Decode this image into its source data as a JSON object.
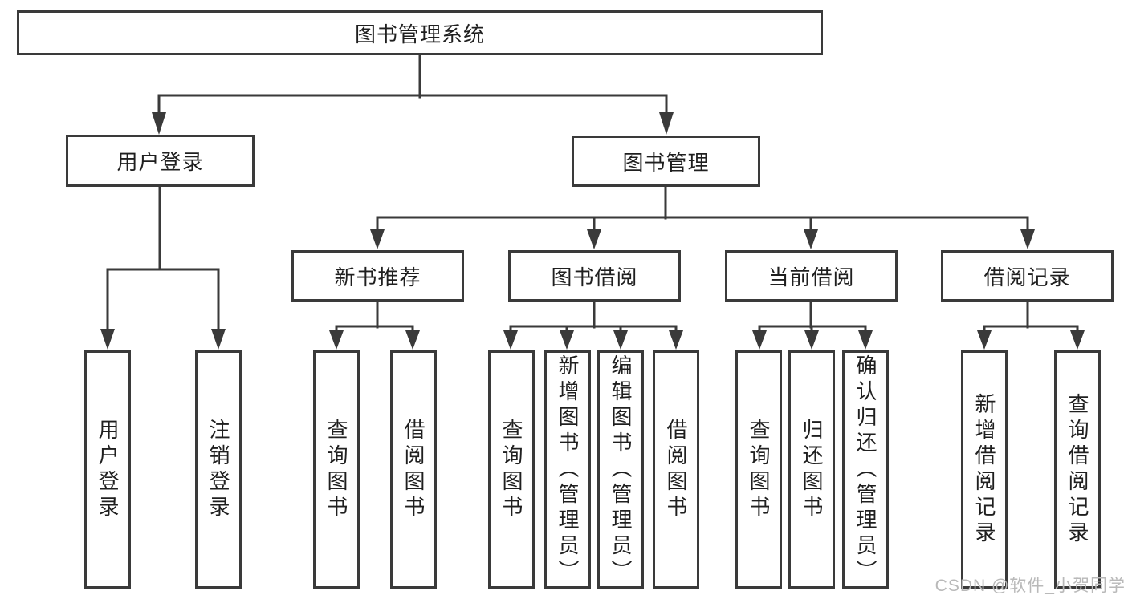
{
  "colors": {
    "line": "#3a3a3a",
    "text": "#1f1f1f",
    "background": "#ffffff",
    "watermark": "#b9b9b9"
  },
  "diagram": {
    "root": {
      "label": "图书管理系统"
    },
    "level2": [
      {
        "id": "user-login",
        "label": "用户登录"
      },
      {
        "id": "book-management",
        "label": "图书管理"
      }
    ],
    "level3": [
      {
        "id": "new-book-recommend",
        "label": "新书推荐"
      },
      {
        "id": "book-borrow",
        "label": "图书借阅"
      },
      {
        "id": "current-borrow",
        "label": "当前借阅"
      },
      {
        "id": "borrow-records",
        "label": "借阅记录"
      }
    ],
    "leaves": {
      "user_login": [
        "用户登录",
        "注销登录"
      ],
      "new_book_recommend": [
        "查询图书",
        "借阅图书"
      ],
      "book_borrow": [
        "查询图书",
        "新增图书（管理员）",
        "编辑图书（管理员）",
        "借阅图书"
      ],
      "current_borrow": [
        "查询图书",
        "归还图书",
        "确认归还（管理员）"
      ],
      "borrow_records": [
        "新增借阅记录",
        "查询借阅记录"
      ]
    }
  },
  "watermark": "CSDN @软件_小贺同学"
}
